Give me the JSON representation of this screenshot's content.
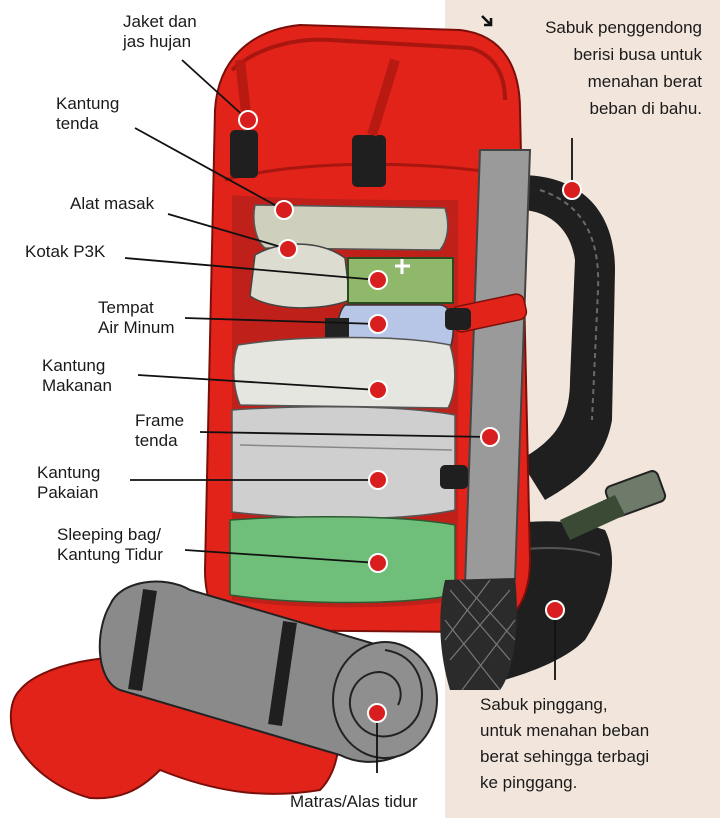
{
  "colors": {
    "pack_red": "#e2231a",
    "pack_dark_red": "#a8160f",
    "frame_gray": "#9a9a9a",
    "strap_black": "#1f1f1f",
    "dot_red": "#d81e1e",
    "right_panel_bg": "#f2e6dc"
  },
  "labels": {
    "jaket": [
      "Jaket dan",
      "jas hujan"
    ],
    "kantung_tenda": [
      "Kantung",
      "tenda"
    ],
    "alat_masak": [
      "Alat masak"
    ],
    "kotak_p3k": [
      "Kotak P3K"
    ],
    "tempat_air": [
      "Tempat",
      "Air Minum"
    ],
    "kantung_makanan": [
      "Kantung",
      "Makanan"
    ],
    "frame_tenda": [
      "Frame",
      "tenda"
    ],
    "kantung_pakaian": [
      "Kantung",
      "Pakaian"
    ],
    "sleeping_bag": [
      "Sleeping bag/",
      "Kantung Tidur"
    ],
    "sabuk_penggendong": [
      "Sabuk penggendong",
      "berisi busa untuk",
      "menahan berat",
      "beban di bahu."
    ],
    "sabuk_pinggang": [
      "Sabuk pinggang,",
      "untuk menahan beban",
      "berat sehingga terbagi",
      "ke pinggang."
    ],
    "matras": [
      "Matras/Alas tidur"
    ]
  },
  "icons": {
    "arrow": "down-right-arrow-icon"
  }
}
